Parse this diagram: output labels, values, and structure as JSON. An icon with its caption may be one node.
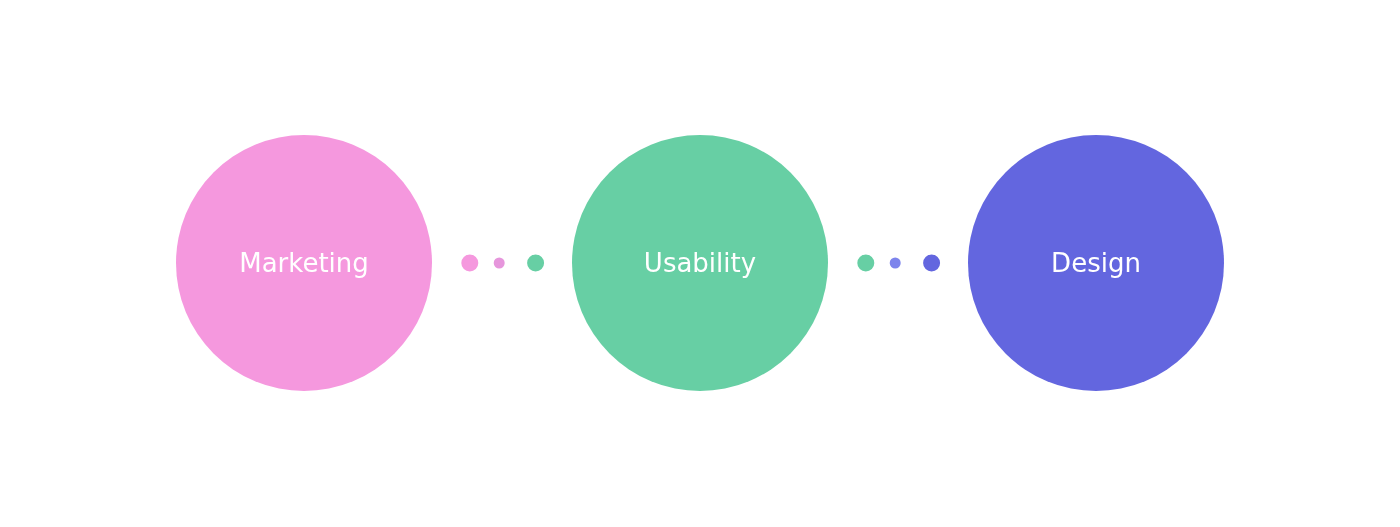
{
  "diagram": {
    "nodes": [
      {
        "text": [
          "Marketing"
        ]
      },
      {
        "text": [
          "Usability"
        ]
      },
      {
        "text": [
          "Design"
        ]
      }
    ],
    "edges": [
      {
        "from": 0,
        "to": 1,
        "arrow": "none"
      },
      {
        "from": 1,
        "to": 2,
        "arrow": "none"
      }
    ]
  }
}
